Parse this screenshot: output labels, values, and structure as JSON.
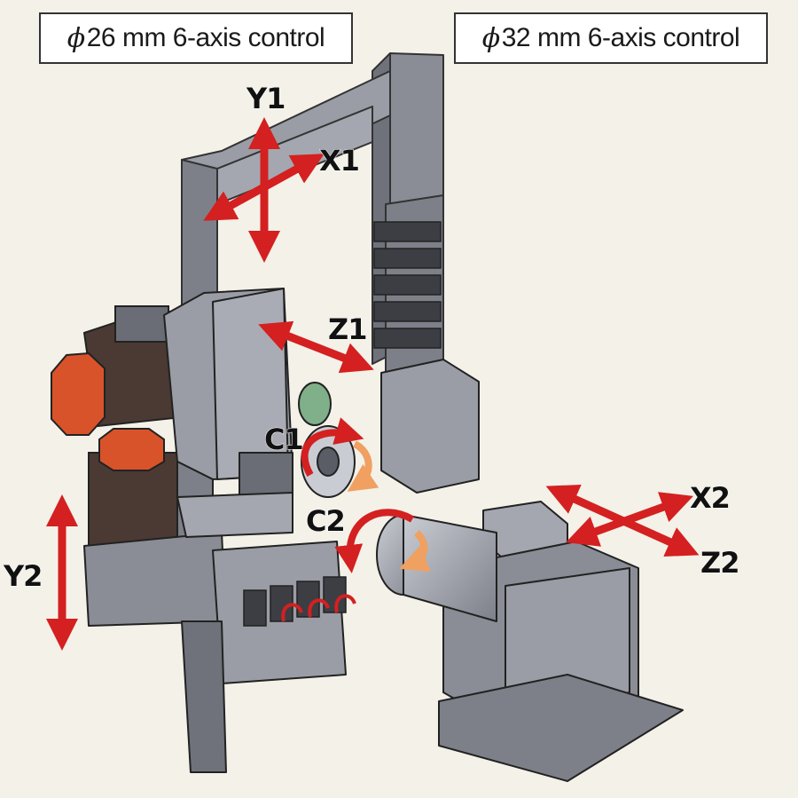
{
  "titles": {
    "left": {
      "symbol": "ϕ",
      "text": "26 mm 6-axis control"
    },
    "right": {
      "symbol": "ϕ",
      "text": "32 mm 6-axis control"
    }
  },
  "axes": {
    "y1": "Y1",
    "x1": "X1",
    "z1": "Z1",
    "c1": "C1",
    "c2": "C2",
    "y2": "Y2",
    "x2": "X2",
    "z2": "Z2"
  },
  "colors": {
    "background": "#f3f1e8",
    "machine_gray": "#8a8d95",
    "machine_dark": "#5a5d66",
    "linear_axis_arrow": "#d42020",
    "rotary_arrow_orange": "#f0a060",
    "motor_cap": "#d9532a",
    "motor_body": "#4a3a33"
  }
}
